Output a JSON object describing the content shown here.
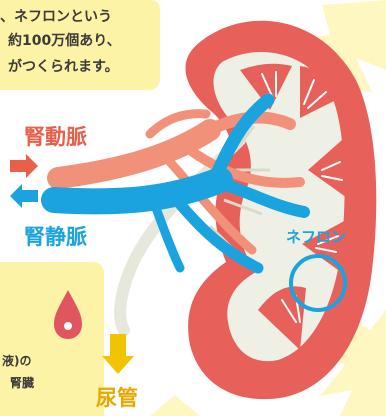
{
  "top_note": {
    "lines": [
      "、ネフロンという",
      "約100万個あり、",
      "がつくられます。"
    ]
  },
  "labels": {
    "artery": "腎動脈",
    "vein": "腎静脈",
    "nephron": "ネフロン",
    "ureter": "尿管"
  },
  "bottom_note": {
    "lines": [
      "液)の",
      "腎臓"
    ]
  },
  "colors": {
    "kidney_outer": "#e8605a",
    "kidney_inner": "#eef0e6",
    "artery": "#f2917a",
    "vein": "#1aa3df",
    "ureter_arrow": "#f2c400",
    "note_bg": "#fdf3a6",
    "star_bg": "#fff7c2",
    "drop": "#e05560"
  }
}
